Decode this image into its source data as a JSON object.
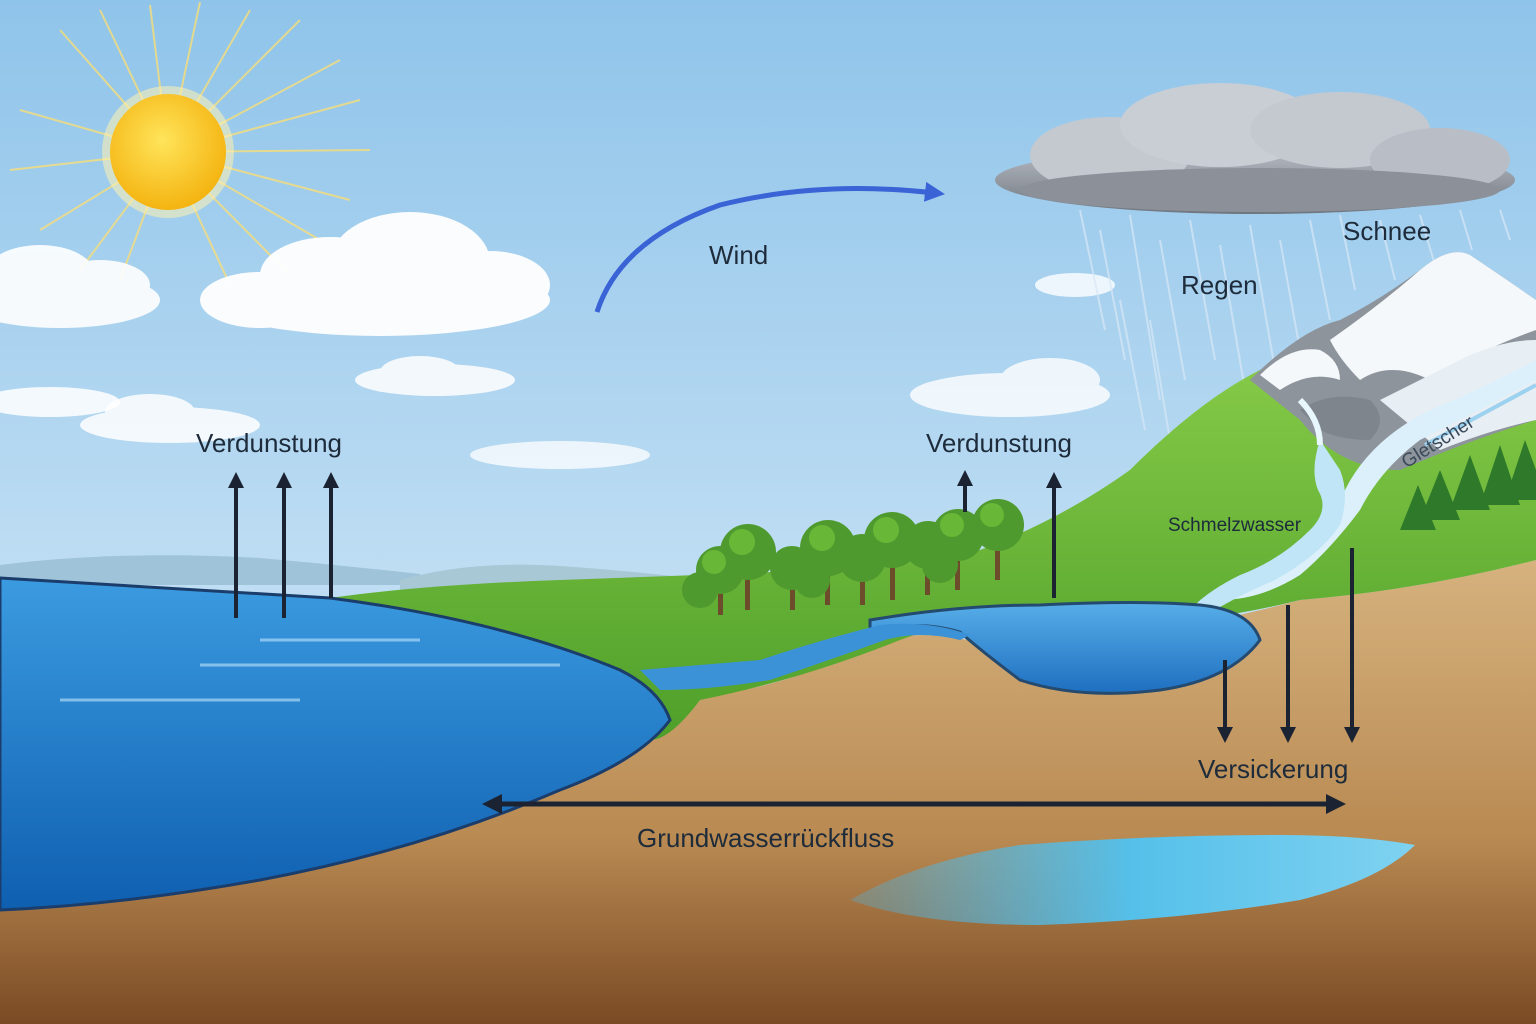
{
  "labels": {
    "evaporation_sea": "Verdunstung",
    "evaporation_land": "Verdunstung",
    "wind": "Wind",
    "rain": "Regen",
    "snow": "Schnee",
    "glacier": "Gletscher",
    "meltwater": "Schmelzwasser",
    "infiltration": "Versickerung",
    "groundwater_return": "Grundwasserrückfluss"
  },
  "colors": {
    "sky_top": "#8fc4ea",
    "sky_bottom": "#e3f1fa",
    "sea": "#1f78c8",
    "meadow": "#6fbf3a",
    "soil": "#c9a574",
    "soil_deep": "#8a5a30",
    "arrow": "#1b2333",
    "wind_arrow": "#3a63d6",
    "sun": "#f6c21c"
  },
  "icons": [
    "sun-icon",
    "cloud-icon",
    "rain-cloud-icon",
    "mountain-icon",
    "tree-icon",
    "arrow-up-icon",
    "arrow-down-icon",
    "double-arrow-icon"
  ]
}
